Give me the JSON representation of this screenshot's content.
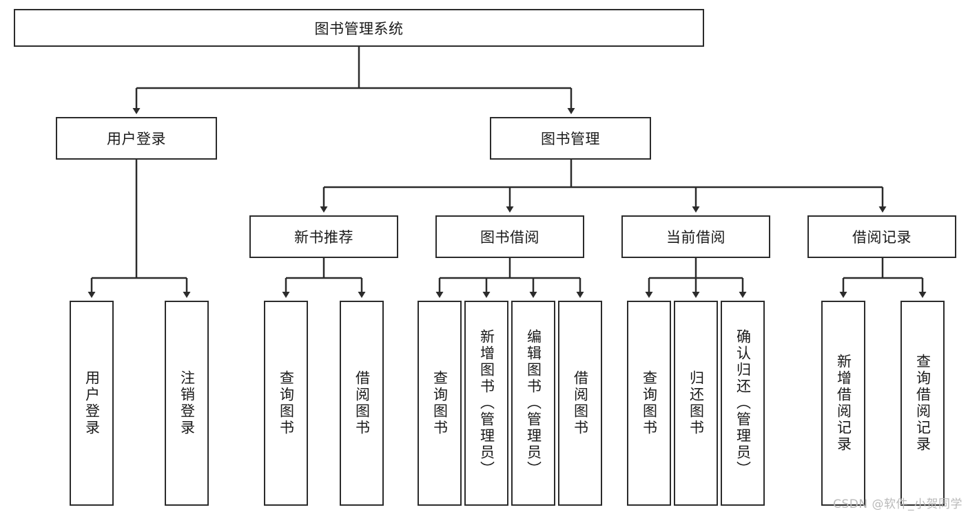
{
  "diagram": {
    "title": "图书管理系统",
    "type": "tree-hierarchy-chart",
    "line_color": "#2b2b2b",
    "box_fill": "#ffffff",
    "background": "#ffffff",
    "watermark": "CSDN @软件_小贺同学"
  },
  "nodes": {
    "root": {
      "label": "图书管理系统",
      "orientation": "horizontal"
    },
    "level2": [
      {
        "label": "用户登录",
        "orientation": "horizontal"
      },
      {
        "label": "图书管理",
        "orientation": "horizontal"
      }
    ],
    "level3": [
      {
        "label": "新书推荐",
        "orientation": "horizontal"
      },
      {
        "label": "图书借阅",
        "orientation": "horizontal"
      },
      {
        "label": "当前借阅",
        "orientation": "horizontal"
      },
      {
        "label": "借阅记录",
        "orientation": "horizontal"
      }
    ],
    "leaves": {
      "user_login": [
        {
          "label": "用户登录",
          "orientation": "vertical"
        },
        {
          "label": "注销登录",
          "orientation": "vertical"
        }
      ],
      "new_book_recommend": [
        {
          "label": "查询图书",
          "orientation": "vertical"
        },
        {
          "label": "借阅图书",
          "orientation": "vertical"
        }
      ],
      "book_borrow": [
        {
          "label": "查询图书",
          "orientation": "vertical"
        },
        {
          "label": "新增图书（管理员）",
          "orientation": "vertical"
        },
        {
          "label": "编辑图书（管理员）",
          "orientation": "vertical"
        },
        {
          "label": "借阅图书",
          "orientation": "vertical"
        }
      ],
      "current_borrow": [
        {
          "label": "查询图书",
          "orientation": "vertical"
        },
        {
          "label": "归还图书",
          "orientation": "vertical"
        },
        {
          "label": "确认归还（管理员）",
          "orientation": "vertical"
        }
      ],
      "borrow_record": [
        {
          "label": "新增借阅记录",
          "orientation": "vertical"
        },
        {
          "label": "查询借阅记录",
          "orientation": "vertical"
        }
      ]
    }
  },
  "chart_data": {
    "type": "table",
    "title": "图书管理系统",
    "tree": [
      {
        "name": "图书管理系统",
        "children": [
          {
            "name": "用户登录",
            "children": [
              {
                "name": "用户登录",
                "children": []
              },
              {
                "name": "注销登录",
                "children": []
              }
            ]
          },
          {
            "name": "图书管理",
            "children": [
              {
                "name": "新书推荐",
                "children": [
                  {
                    "name": "查询图书",
                    "children": []
                  },
                  {
                    "name": "借阅图书",
                    "children": []
                  }
                ]
              },
              {
                "name": "图书借阅",
                "children": [
                  {
                    "name": "查询图书",
                    "children": []
                  },
                  {
                    "name": "新增图书（管理员）",
                    "children": []
                  },
                  {
                    "name": "编辑图书（管理员）",
                    "children": []
                  },
                  {
                    "name": "借阅图书",
                    "children": []
                  }
                ]
              },
              {
                "name": "当前借阅",
                "children": [
                  {
                    "name": "查询图书",
                    "children": []
                  },
                  {
                    "name": "归还图书",
                    "children": []
                  },
                  {
                    "name": "确认归还（管理员）",
                    "children": []
                  }
                ]
              },
              {
                "name": "借阅记录",
                "children": [
                  {
                    "name": "新增借阅记录",
                    "children": []
                  },
                  {
                    "name": "查询借阅记录",
                    "children": []
                  }
                ]
              }
            ]
          }
        ]
      }
    ]
  }
}
